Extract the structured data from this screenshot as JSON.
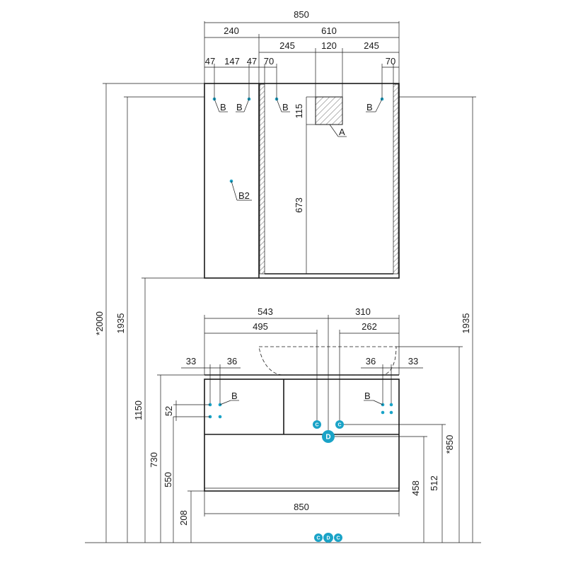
{
  "drawing": {
    "mirror_cabinet": {
      "width_total": "850",
      "width_left": "240",
      "width_right": "610",
      "width_seg_a": "245",
      "width_seg_b": "120",
      "width_seg_c": "245",
      "left_47a": "47",
      "left_147": "147",
      "left_47b": "47",
      "left_70": "70",
      "right_70": "70",
      "height_115": "115",
      "height_673": "673",
      "label_a": "A",
      "label_b": "B",
      "label_b2": "B2"
    },
    "vanity": {
      "width_543": "543",
      "width_310": "310",
      "width_495": "495",
      "width_262": "262",
      "left_33": "33",
      "left_36": "36",
      "right_36": "36",
      "right_33": "33",
      "dim_52": "52",
      "bottom_width": "850",
      "label_b": "B"
    },
    "heights": {
      "h_2000": "*2000",
      "h_1935_left": "1935",
      "h_1935_right": "1935",
      "h_1150": "1150",
      "h_730": "730",
      "h_550": "550",
      "h_208": "208",
      "h_850": "*850",
      "h_512": "512",
      "h_458": "458"
    },
    "markers": {
      "c": "C",
      "d": "D"
    },
    "colors": {
      "line": "#1a1a1a",
      "marker": "#1aa3c7",
      "point": "#1aa3c7"
    }
  }
}
